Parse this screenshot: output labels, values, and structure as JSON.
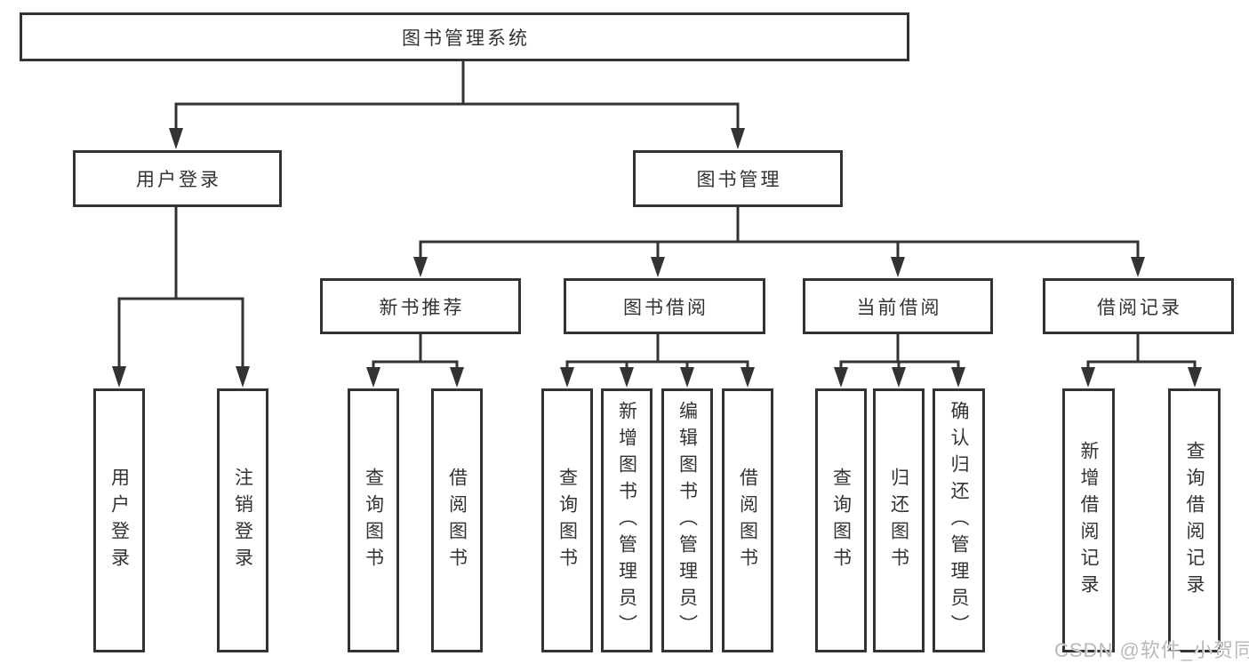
{
  "colors": {
    "line": "#333333",
    "box_border": "#333333",
    "text": "#333333",
    "background": "#ffffff",
    "watermark": "#b9b9b9"
  },
  "tree": {
    "root": "图书管理系统",
    "branches": [
      {
        "label": "用户登录",
        "leaves": [
          "用户登录",
          "注销登录"
        ]
      },
      {
        "label": "图书管理",
        "groups": [
          {
            "label": "新书推荐",
            "leaves": [
              "查询图书",
              "借阅图书"
            ]
          },
          {
            "label": "图书借阅",
            "leaves": [
              "查询图书",
              "新增图书（管理员）",
              "编辑图书（管理员）",
              "借阅图书"
            ]
          },
          {
            "label": "当前借阅",
            "leaves": [
              "查询图书",
              "归还图书",
              "确认归还（管理员）"
            ]
          },
          {
            "label": "借阅记录",
            "leaves": [
              "新增借阅记录",
              "查询借阅记录"
            ]
          }
        ]
      }
    ]
  },
  "watermark": "CSDN @软件_小贺同学"
}
